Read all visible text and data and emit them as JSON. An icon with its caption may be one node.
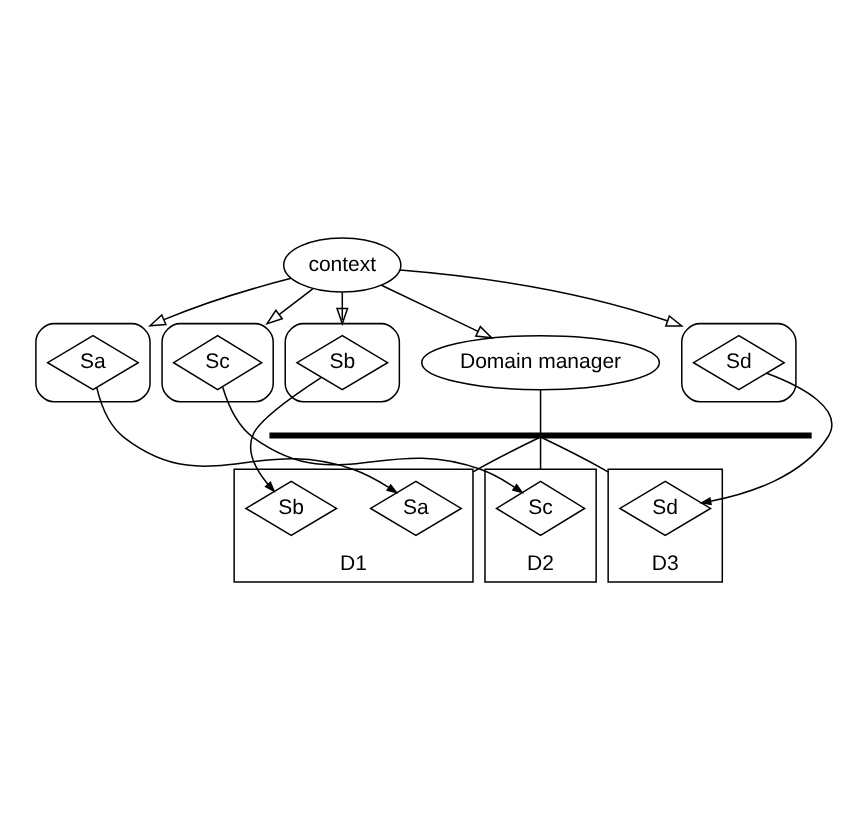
{
  "diagram": {
    "nodes": [
      {
        "text": [
          "context"
        ]
      },
      {
        "text": [],
        "shape": "ellipse"
      },
      {
        "text": [
          "Sa"
        ],
        "in": 1
      },
      {
        "text": [],
        "shape": "ellipse"
      },
      {
        "text": [
          "Sc"
        ],
        "in": 3
      },
      {
        "text": [],
        "shape": "ellipse"
      },
      {
        "text": [
          "Sb"
        ],
        "in": 5
      },
      {
        "text": [
          "Domain manager"
        ]
      },
      {
        "text": [],
        "shape": "ellipse"
      },
      {
        "text": [
          "Sd"
        ],
        "in": 8
      },
      {
        "text": [],
        "shape": "bar"
      },
      {
        "text": [
          "D1"
        ]
      },
      {
        "text": [
          "Sa"
        ],
        "in": 11
      },
      {
        "text": [
          "Sb"
        ],
        "in": 11
      },
      {
        "text": [
          "D2"
        ]
      },
      {
        "text": [
          "Sc"
        ],
        "in": 14
      },
      {
        "text": [
          "D3"
        ]
      },
      {
        "text": [
          "Sd"
        ],
        "in": 16
      }
    ],
    "edges": [
      {
        "from": 0,
        "to": 1,
        "arrow": "to"
      },
      {
        "from": 0,
        "to": 5,
        "arrow": "to"
      },
      {
        "from": 0,
        "to": 7,
        "arrow": "to"
      },
      {
        "from": 0,
        "to": 8,
        "arrow": "to"
      },
      {
        "from": 0,
        "to": 3,
        "arrow": "to"
      },
      {
        "from": 2,
        "to": 12,
        "arrow": "to"
      },
      {
        "from": 6,
        "to": 13,
        "arrow": "to"
      },
      {
        "from": 4,
        "to": 15,
        "arrow": "to"
      },
      {
        "from": 9,
        "to": 17,
        "arrow": "to"
      },
      {
        "from": 7,
        "to": 10,
        "arrow": "none"
      },
      {
        "from": 10,
        "to": 11,
        "arrow": "none"
      },
      {
        "from": 10,
        "to": 14,
        "arrow": "none"
      },
      {
        "from": 10,
        "to": 16,
        "arrow": "none"
      }
    ]
  }
}
